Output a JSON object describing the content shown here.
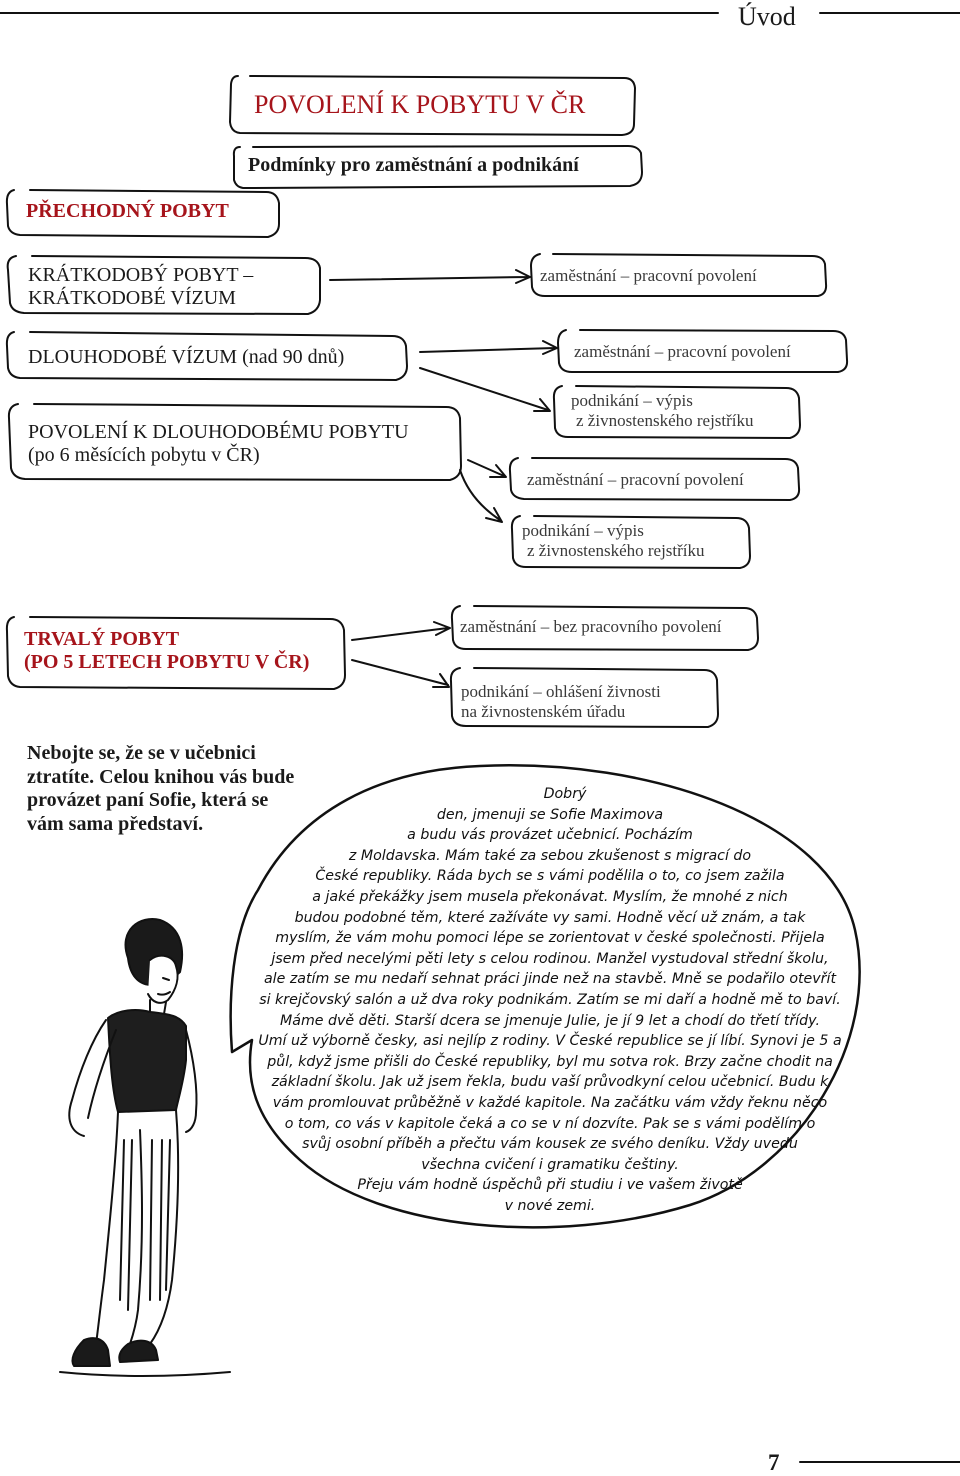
{
  "header": {
    "chapter_title": "Úvod"
  },
  "diagram": {
    "main_title": "POVOLENÍ K POBYTU V ČR",
    "subtitle": "Podmínky pro zaměstnání a podnikání",
    "categories": {
      "temporary": "PŘECHODNÝ POBYT",
      "short_term": [
        "KRÁTKODOBÝ POBYT –",
        "KRÁTKODOBÉ VÍZUM"
      ],
      "long_visa": "DLOUHODOBÉ VÍZUM (nad 90 dnů)",
      "long_residence": [
        "POVOLENÍ K DLOUHODOBÉMU POBYTU",
        "(po 6 měsících pobytu v ČR)"
      ],
      "permanent": [
        "TRVALÝ POBYT",
        "(PO 5 LETECH POBYTU V ČR)"
      ]
    },
    "conditions": {
      "short_term_employment": "zaměstnání – pracovní povolení",
      "long_visa_employment": "zaměstnání – pracovní povolení",
      "long_visa_business": [
        "podnikání – výpis",
        "z živnostenského rejstříku"
      ],
      "long_residence_employment": "zaměstnání – pracovní povolení",
      "long_residence_business": [
        "podnikání – výpis",
        "z živnostenského rejstříku"
      ],
      "permanent_employment": "zaměstnání – bez pracovního povolení",
      "permanent_business": [
        "podnikání – ohlášení živnosti",
        "na živnostenském úřadu"
      ]
    }
  },
  "intro_text": [
    "Nebojte se, že se v učebnici",
    "ztratíte. Celou knihou vás bude",
    "provázet paní Sofie, která se",
    "vám sama představí."
  ],
  "speech_bubble": [
    "Dobrý",
    "den, jmenuji se Sofie Maximova",
    "a budu vás provázet učebnicí. Pocházím",
    "z Moldavska. Mám také za sebou zkušenost s migrací do",
    "České republiky. Ráda bych se s vámi podělila o to, co jsem zažila",
    "a jaké překážky jsem musela překonávat. Myslím, že mnohé z nich",
    "budou podobné těm, které zažíváte vy sami. Hodně věcí už znám, a tak",
    "myslím, že vám mohu pomoci lépe se zorientovat v české společnosti. Přijela",
    "jsem před necelými pěti lety s celou rodinou. Manžel vystudoval střední školu,",
    "ale zatím se mu nedaří sehnat práci jinde než na stavbě. Mně se podařilo otevřít",
    "si krejčovský salón a už dva roky podnikám. Zatím se mi daří a hodně mě to baví.",
    "Máme dvě děti. Starší dcera se jmenuje Julie, je jí 9 let a chodí do třetí třídy.",
    "Umí už výborně česky, asi nejlíp z rodiny. V České republice se jí líbí. Synovi je 5 a",
    "půl, když jsme přišli do České republiky, byl mu sotva rok. Brzy začne chodit na",
    "základní školu. Jak už jsem řekla, budu vaší průvodkyní celou učebnicí. Budu k",
    "vám promlouvat průběžně v každé kapitole. Na začátku vám vždy řeknu něco",
    "o tom, co vás v kapitole čeká a co se v ní dozvíte. Pak se s vámi podělím o",
    "svůj osobní příběh a přečtu vám kousek ze svého deníku. Vždy uvedu",
    "všechna cvičení i gramatiku češtiny.",
    "Přeju vám hodně úspěchů při studiu i ve vašem životě",
    "v nové zemi."
  ],
  "page_number": "7",
  "colors": {
    "accent_red": "#a6141b",
    "text": "#1a1a1a"
  }
}
